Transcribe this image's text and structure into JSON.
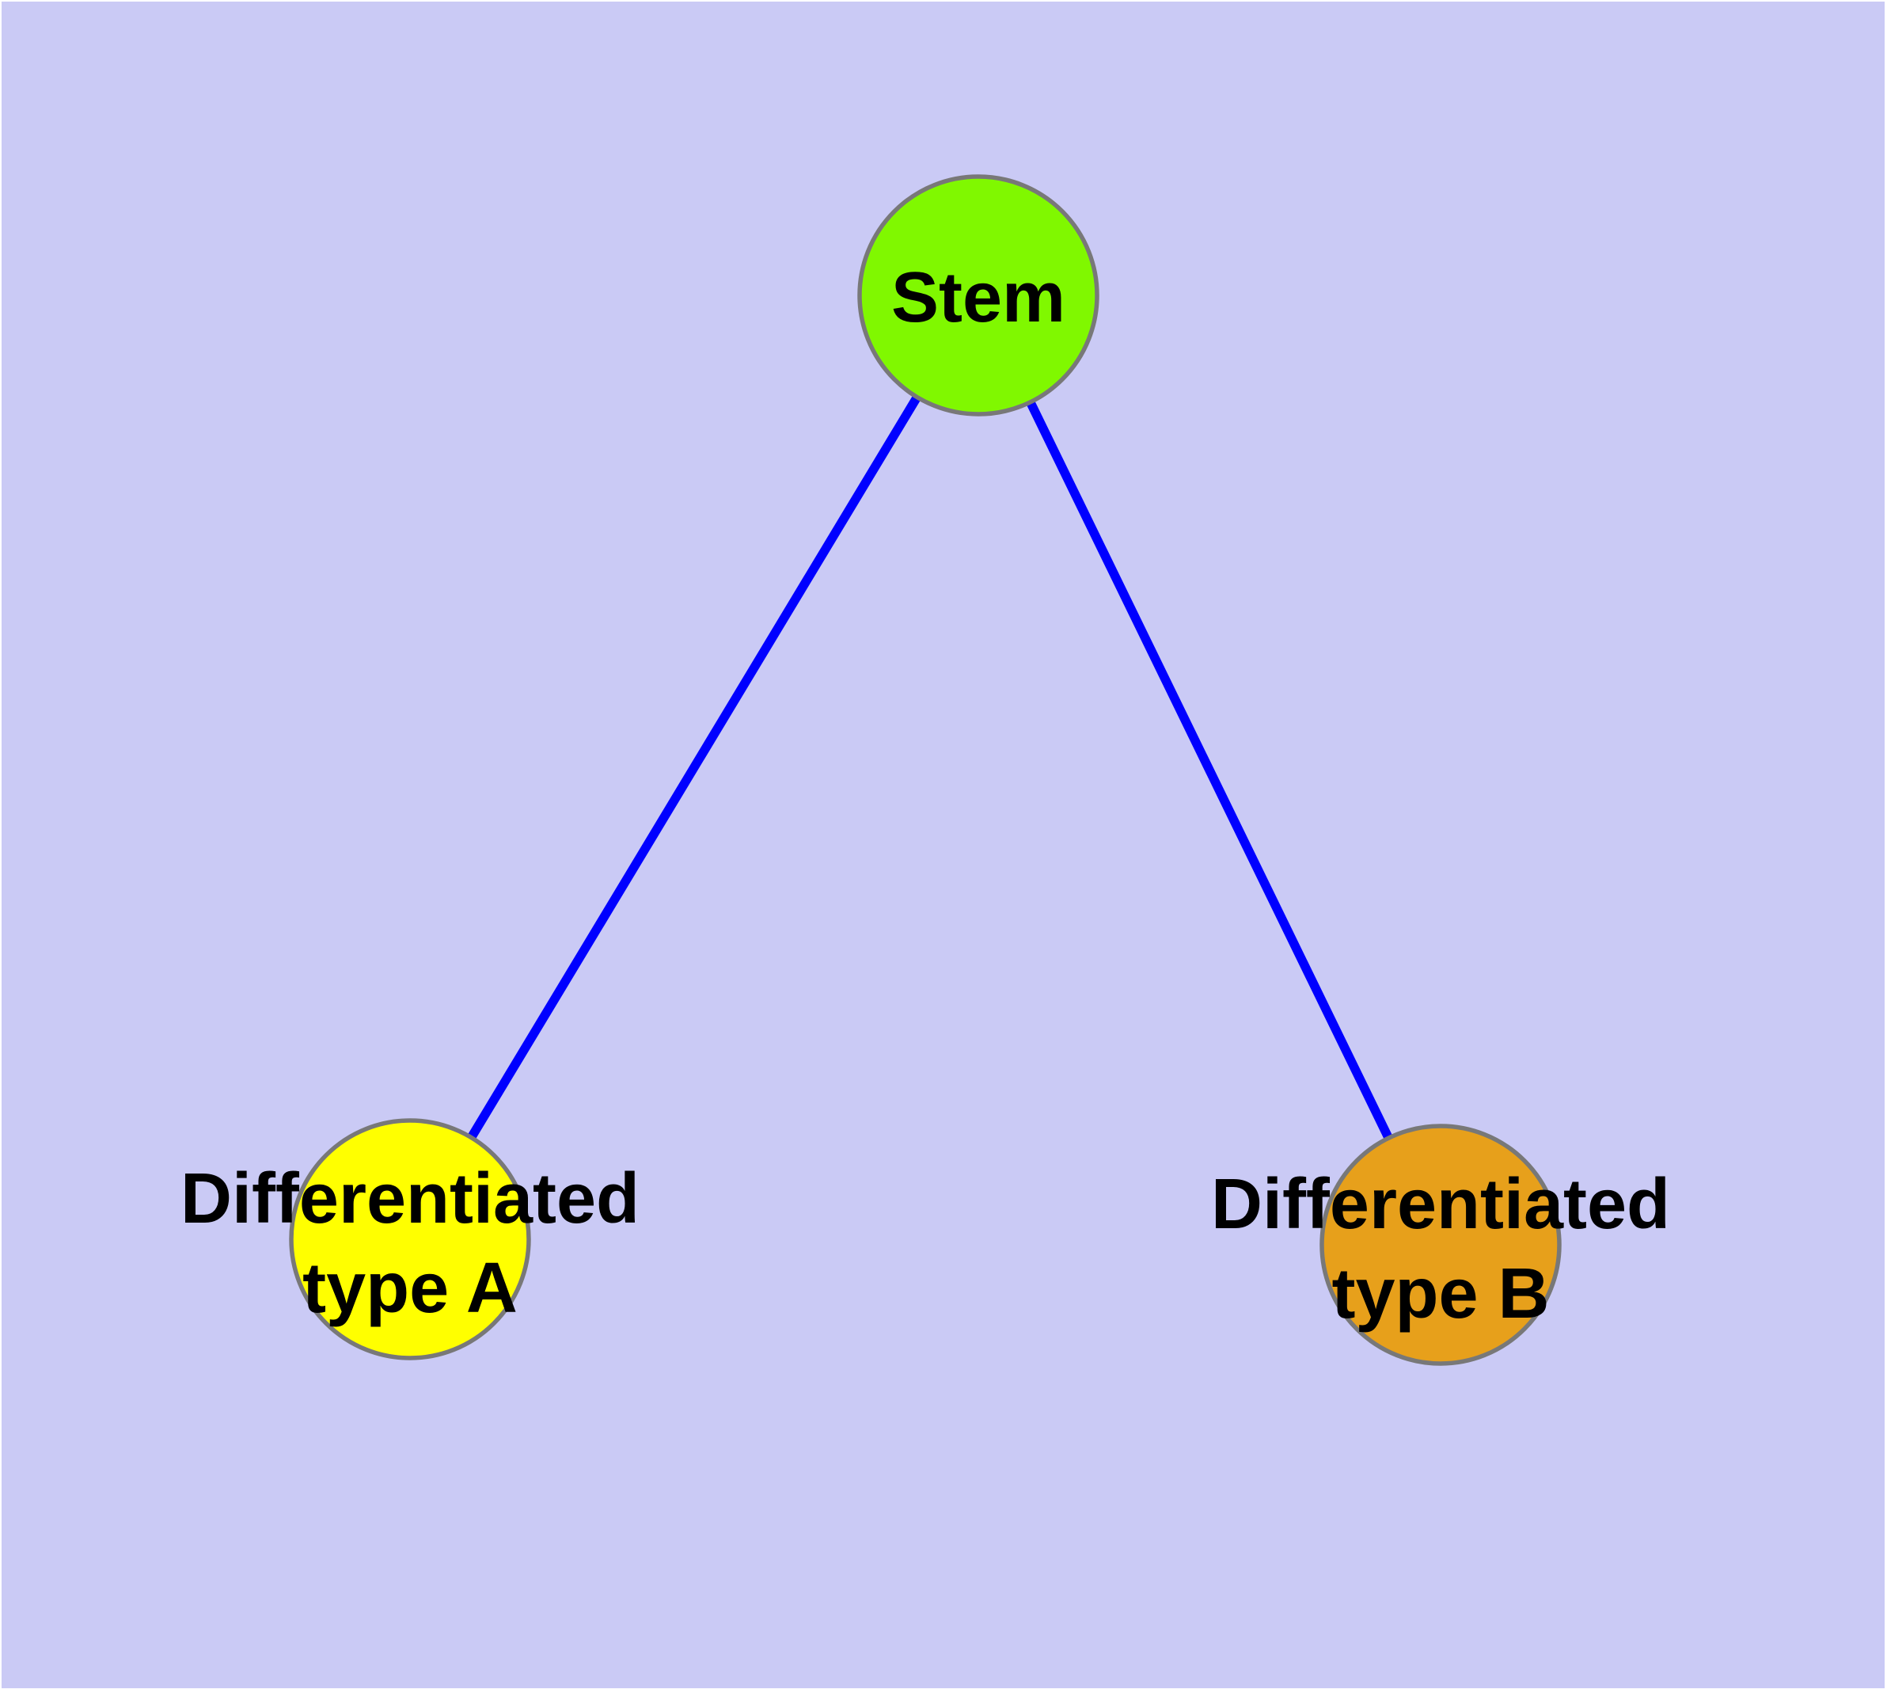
{
  "diagram": {
    "background_color": "#CACAF5",
    "edge_color": "#0000FF",
    "node_border_color": "#787878",
    "label_color": "#000000",
    "nodes": [
      {
        "id": "stem",
        "label": "Stem",
        "fill": "#80F800"
      },
      {
        "id": "diff-a",
        "label_line1": "Differentiated",
        "label_line2": "type A",
        "fill": "#FFFF00"
      },
      {
        "id": "diff-b",
        "label_line1": "Differentiated",
        "label_line2": "type B",
        "fill": "#E7A01B"
      }
    ],
    "edges": [
      {
        "from": "Stem",
        "to": "Differentiated type A"
      },
      {
        "from": "Stem",
        "to": "Differentiated type B"
      }
    ]
  }
}
